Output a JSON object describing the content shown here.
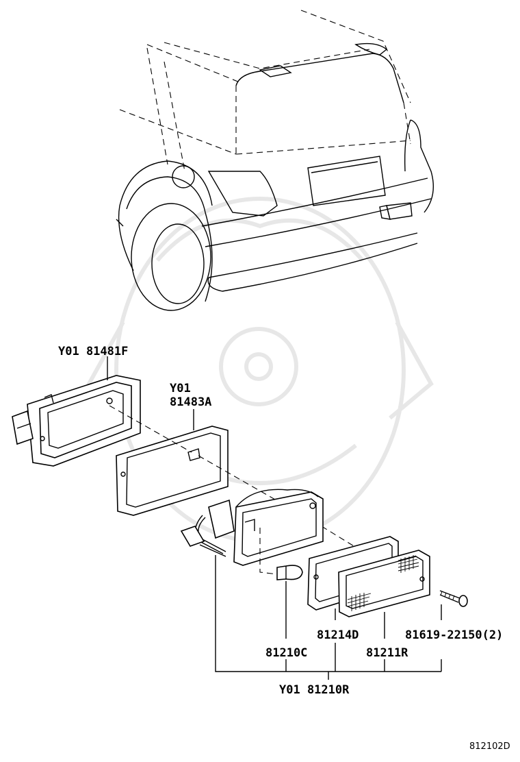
{
  "labels": {
    "housing": "Y01 81481F",
    "gasket_prefix": "Y01",
    "gasket": "81483A",
    "bulb": "81210C",
    "lens_gasket": "81214D",
    "lens": "81211R",
    "screw": "81619-22150(2)",
    "assembly": "Y01 81210R",
    "figure_code": "812102D"
  }
}
